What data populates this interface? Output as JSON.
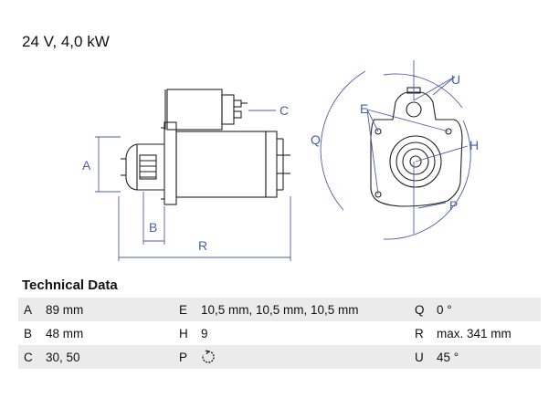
{
  "title": "24 V, 4,0 kW",
  "drawing": {
    "labels": {
      "A": "A",
      "B": "B",
      "C": "C",
      "R": "R",
      "E": "E",
      "Q": "Q",
      "U": "U",
      "H": "H",
      "P": "P"
    }
  },
  "technical_data": {
    "heading": "Technical Data",
    "rows": [
      [
        {
          "key": "A",
          "value": "89 mm"
        },
        {
          "key": "E",
          "value": "10,5 mm, 10,5 mm, 10,5 mm"
        },
        {
          "key": "Q",
          "value": "0 °"
        }
      ],
      [
        {
          "key": "B",
          "value": "48 mm"
        },
        {
          "key": "H",
          "value": "9"
        },
        {
          "key": "R",
          "value": "max. 341 mm"
        }
      ],
      [
        {
          "key": "C",
          "value": "30, 50"
        },
        {
          "key": "P",
          "value": ""
        },
        {
          "key": "U",
          "value": "45 °"
        }
      ]
    ],
    "icons": {
      "P": "clockwise-rotation-icon"
    }
  },
  "colors": {
    "line": "#222222",
    "dim": "#4b5fa8",
    "row_shade": "#ebebeb"
  }
}
